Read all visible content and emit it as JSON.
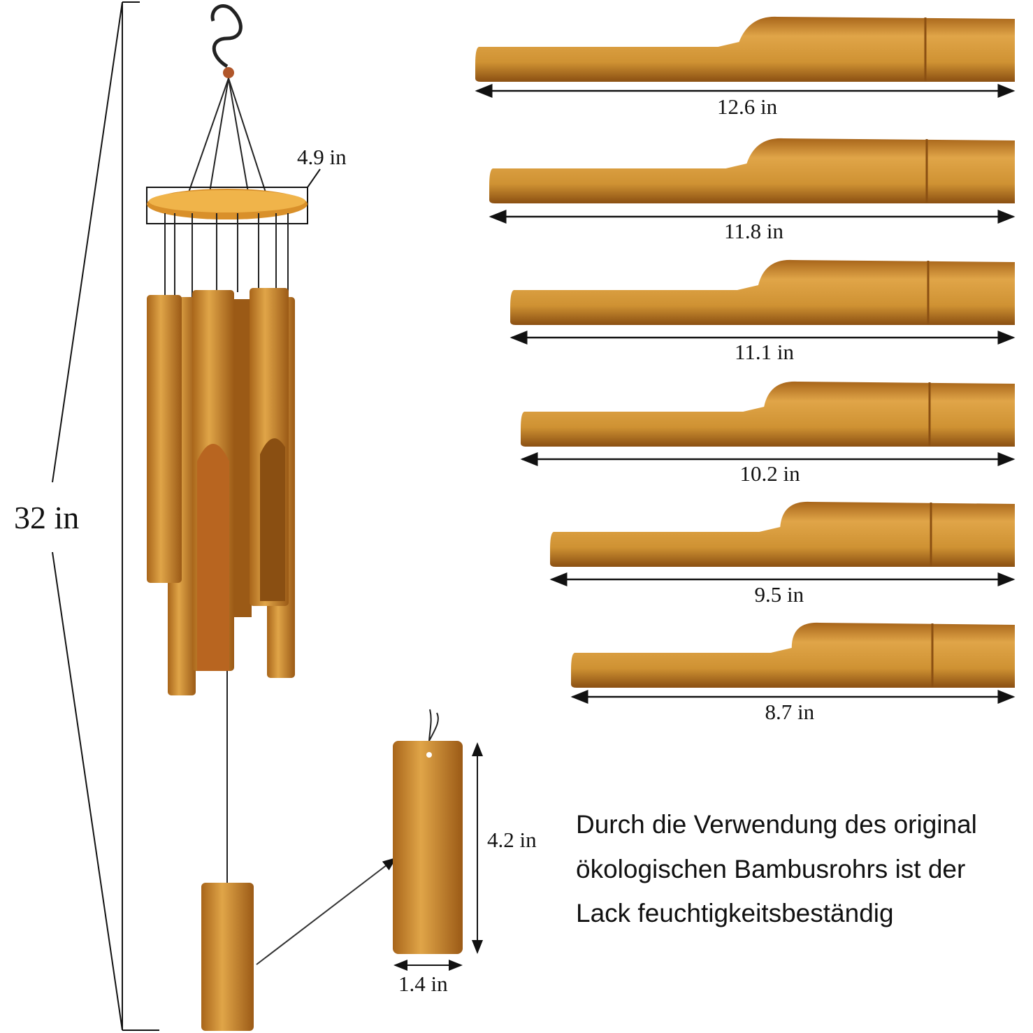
{
  "overall_height": "32 in",
  "top_ring_diameter": "4.9 in",
  "tubes": [
    {
      "label": "12.6 in"
    },
    {
      "label": "11.8 in"
    },
    {
      "label": "11.1 in"
    },
    {
      "label": "10.2 in"
    },
    {
      "label": "9.5 in"
    },
    {
      "label": "8.7 in"
    }
  ],
  "clapper": {
    "height": "4.2 in",
    "width": "1.4 in"
  },
  "description": {
    "lines": [
      "Durch die Verwendung des original",
      "ökologischen Bambusrohrs ist der",
      "Lack feuchtigkeitsbeständig"
    ]
  },
  "colors": {
    "bamboo": "#c98a2a",
    "bamboo_light": "#e3aa4a",
    "bamboo_dark": "#8a4f12",
    "line": "#111111"
  }
}
